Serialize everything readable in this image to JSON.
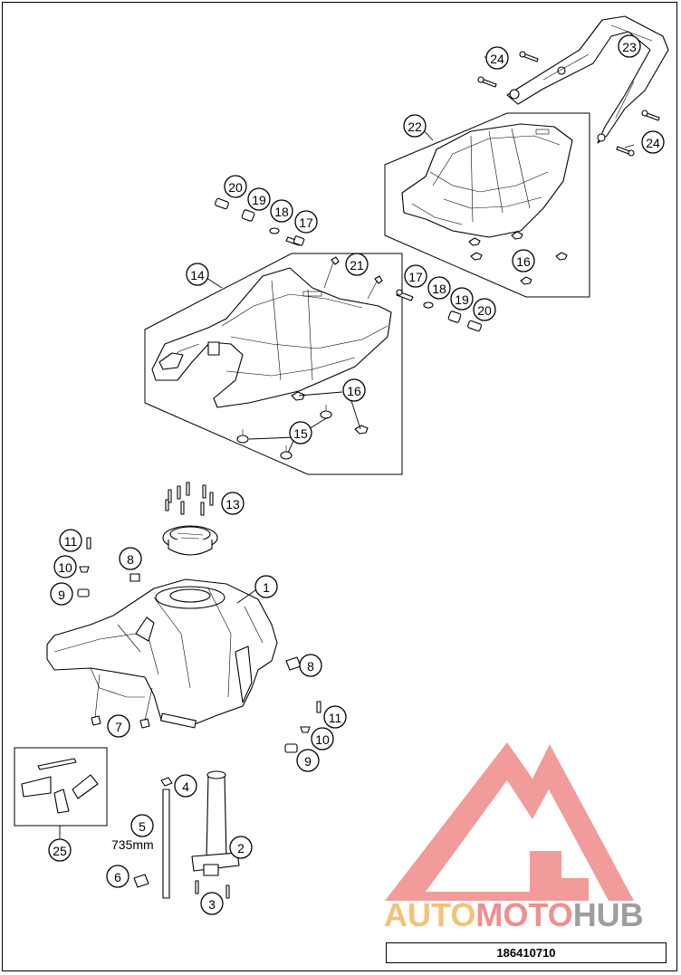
{
  "diagram": {
    "callouts": [
      {
        "id": "c1",
        "label": "1"
      },
      {
        "id": "c2",
        "label": "2"
      },
      {
        "id": "c3",
        "label": "3"
      },
      {
        "id": "c4",
        "label": "4"
      },
      {
        "id": "c5",
        "label": "5"
      },
      {
        "id": "c6",
        "label": "6"
      },
      {
        "id": "c7",
        "label": "7"
      },
      {
        "id": "c8a",
        "label": "8"
      },
      {
        "id": "c8b",
        "label": "8"
      },
      {
        "id": "c9a",
        "label": "9"
      },
      {
        "id": "c9b",
        "label": "9"
      },
      {
        "id": "c10a",
        "label": "10"
      },
      {
        "id": "c10b",
        "label": "10"
      },
      {
        "id": "c11a",
        "label": "11"
      },
      {
        "id": "c11b",
        "label": "11"
      },
      {
        "id": "c13",
        "label": "13"
      },
      {
        "id": "c14",
        "label": "14"
      },
      {
        "id": "c15",
        "label": "15"
      },
      {
        "id": "c16a",
        "label": "16"
      },
      {
        "id": "c16b",
        "label": "16"
      },
      {
        "id": "c17a",
        "label": "17"
      },
      {
        "id": "c17b",
        "label": "17"
      },
      {
        "id": "c18a",
        "label": "18"
      },
      {
        "id": "c18b",
        "label": "18"
      },
      {
        "id": "c19a",
        "label": "19"
      },
      {
        "id": "c19b",
        "label": "19"
      },
      {
        "id": "c20a",
        "label": "20"
      },
      {
        "id": "c20b",
        "label": "20"
      },
      {
        "id": "c21",
        "label": "21"
      },
      {
        "id": "c22",
        "label": "22"
      },
      {
        "id": "c23",
        "label": "23"
      },
      {
        "id": "c24a",
        "label": "24"
      },
      {
        "id": "c24b",
        "label": "24"
      },
      {
        "id": "c25",
        "label": "25"
      }
    ],
    "dimension_label": "735mm",
    "document_number": "186410710"
  },
  "watermark": {
    "parts": [
      "AUTO",
      "MOTO",
      "HUB"
    ],
    "colors": {
      "auto": "#f3c27a",
      "moto": "#ef8f8f",
      "hub": "#9e9e9e",
      "logo": "#f08a8a"
    }
  }
}
